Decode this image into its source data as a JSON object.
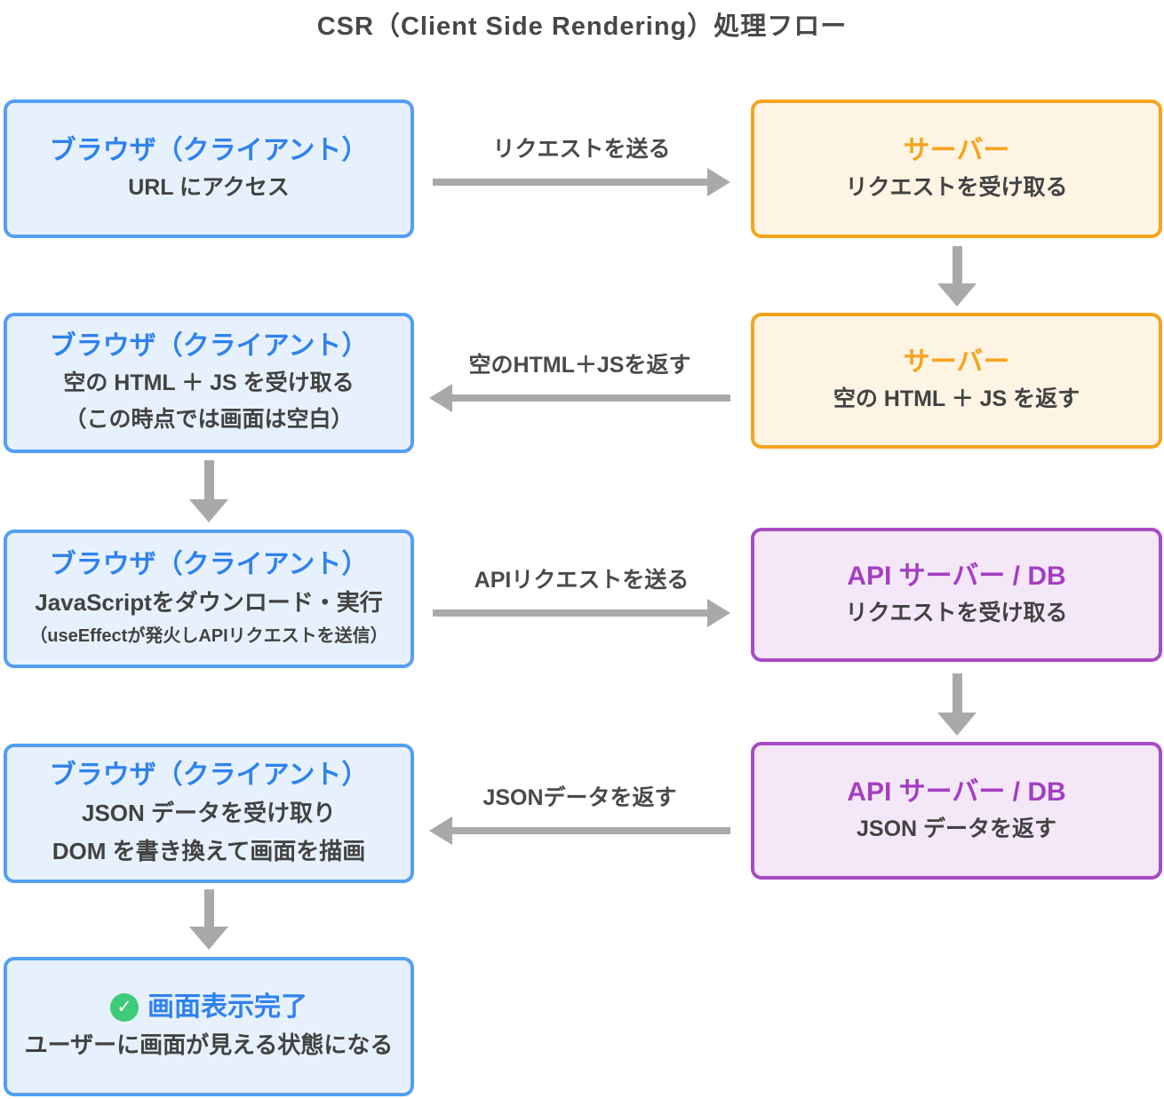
{
  "title": "CSR（Client Side Rendering）処理フロー",
  "boxes": {
    "browser1": {
      "title": "ブラウザ（クライアント）",
      "line1": "URL にアクセス"
    },
    "server1": {
      "title": "サーバー",
      "line1": "リクエストを受け取る"
    },
    "browser2": {
      "title": "ブラウザ（クライアント）",
      "line1": "空の HTML ＋ JS を受け取る",
      "line2": "（この時点では画面は空白）"
    },
    "server2": {
      "title": "サーバー",
      "line1": "空の HTML ＋ JS を返す"
    },
    "browser3": {
      "title": "ブラウザ（クライアント）",
      "line1": "JavaScriptをダウンロード・実行",
      "line2": "（useEffectが発火しAPIリクエストを送信）"
    },
    "api1": {
      "title": "API サーバー / DB",
      "line1": "リクエストを受け取る"
    },
    "browser4": {
      "title": "ブラウザ（クライアント）",
      "line1": "JSON データを受け取り",
      "line2": "DOM を書き換えて画面を描画"
    },
    "api2": {
      "title": "API サーバー / DB",
      "line1": "JSON データを返す"
    },
    "complete": {
      "check_icon": "✓",
      "title": "画面表示完了",
      "line1": "ユーザーに画面が見える状態になる"
    }
  },
  "arrows": {
    "request_send": "リクエストを送る",
    "html_js_return": "空のHTML＋JSを返す",
    "api_request_send": "APIリクエストを送る",
    "json_return": "JSONデータを返す"
  },
  "colors": {
    "blue_border": "#559ff2",
    "blue_bg": "#e7f1fd",
    "blue_text": "#2f82ee",
    "orange_border": "#f6a41f",
    "orange_bg": "#fdf4e3",
    "orange_text": "#f6a41f",
    "purple_border": "#a74cc3",
    "purple_bg": "#f4e8f8",
    "purple_text": "#a53ec1",
    "arrow_gray": "#a9a9a9",
    "text_dark": "#424242",
    "check_green": "#3ecb7a"
  }
}
